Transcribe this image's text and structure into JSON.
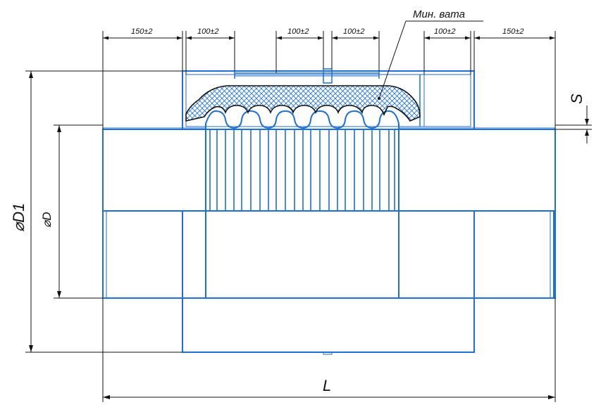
{
  "drawing": {
    "top_dims": [
      "150±2",
      "100±2",
      "100±2",
      "100±2",
      "100±2",
      "150±2"
    ],
    "material_label": "Мин. вата",
    "thickness_label": "S",
    "length_label": "L",
    "outer_diameter_label": "⌀D1",
    "inner_diameter_label": "⌀D"
  },
  "colors": {
    "outline": "#1e6fd0",
    "dimension": "#111111",
    "hatch": "#1e6fd0"
  }
}
